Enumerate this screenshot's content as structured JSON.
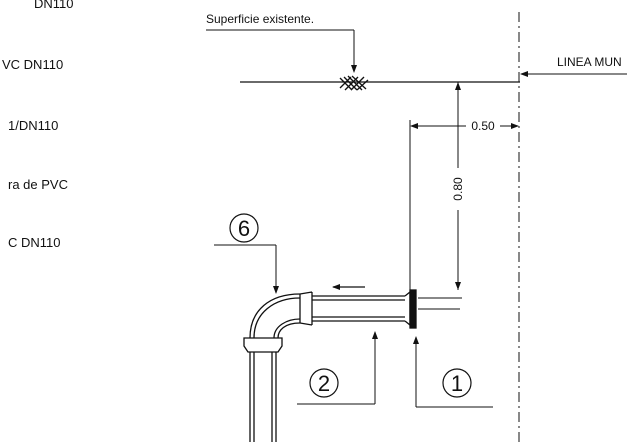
{
  "legend": {
    "items": [
      {
        "text": "DN110"
      },
      {
        "text": "VC DN110"
      },
      {
        "text": "1/DN110"
      },
      {
        "text": "ra  de PVC"
      },
      {
        "text": "C DN110"
      }
    ]
  },
  "drawing": {
    "surface_label": "Superficie existente.",
    "boundary_label": "LINEA MUN",
    "dim_horizontal": "0.50",
    "dim_vertical": "0.80",
    "callouts": [
      {
        "number": "6"
      },
      {
        "number": "2"
      },
      {
        "number": "1"
      }
    ]
  }
}
